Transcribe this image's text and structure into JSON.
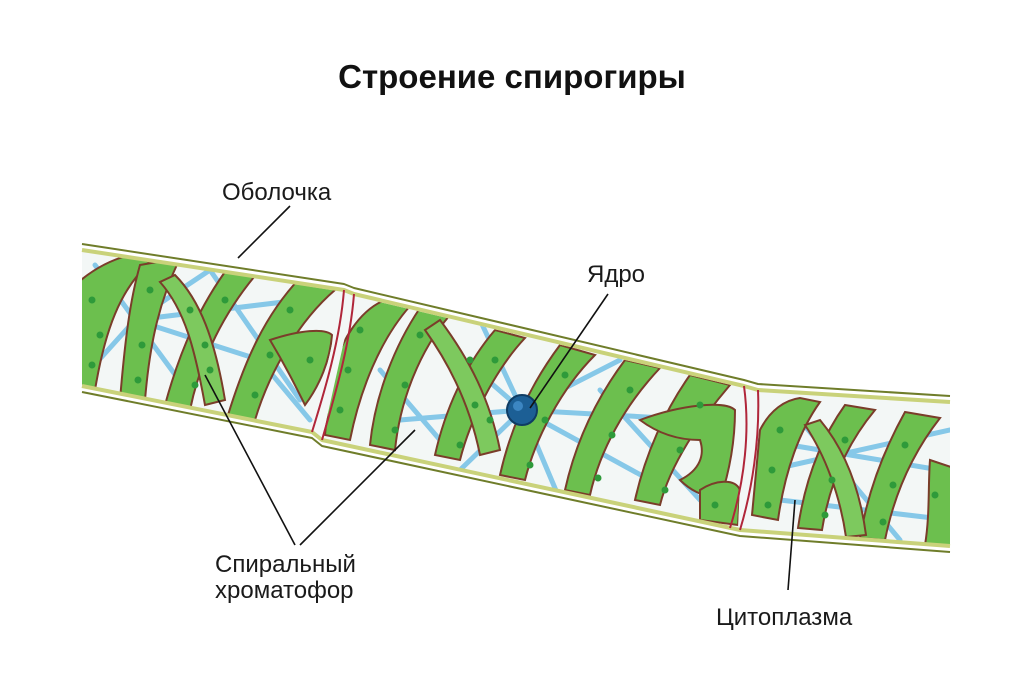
{
  "title": "Строение спирогиры",
  "labels": {
    "membrane": "Оболочка",
    "nucleus": "Ядро",
    "chromatophore_line1": "Спиральный",
    "chromatophore_line2": "хроматофор",
    "cytoplasm": "Цитоплазма"
  },
  "colors": {
    "chloroplast": "#6cbf4e",
    "chloroplast_edge": "#7a3d2a",
    "pyrenoid": "#2e9a3a",
    "cytoplasm_strand": "#7cc3e6",
    "nucleus": "#1c5f95",
    "wall": "#8a9a3a"
  }
}
